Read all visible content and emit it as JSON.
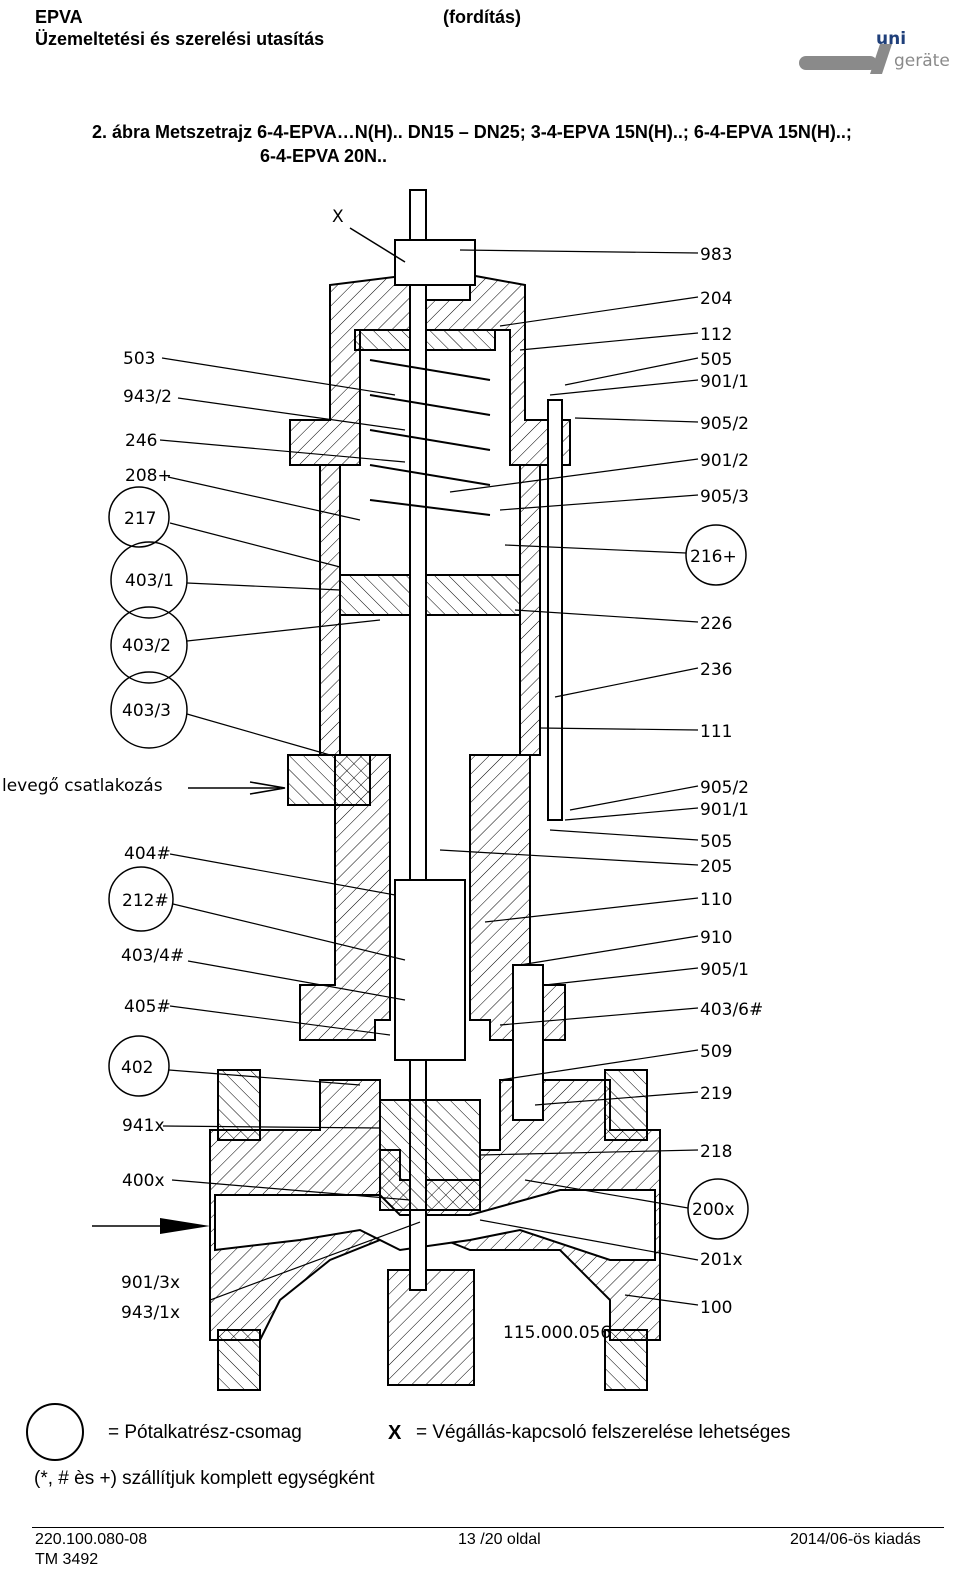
{
  "header": {
    "title": "EPVA",
    "subtitle": "Üzemeltetési és szerelési utasítás",
    "translation_note": "(fordítás)",
    "logo_text_main": "uni",
    "logo_text_sub": "geräte"
  },
  "caption": {
    "line1": "2. ábra Metszetrajz 6-4-EPVA…N(H).. DN15 – DN25; 3-4-EPVA 15N(H)..; 6-4-EPVA 15N(H)..;",
    "line2": "6-4-EPVA 20N.."
  },
  "drawing": {
    "x_marker": "X",
    "air_connection_label": "levegő csatlakozás",
    "drawing_number": "115.000.056",
    "left_labels": [
      "503",
      "943/2",
      "246",
      "208+",
      "217",
      "403/1",
      "403/2",
      "403/3",
      "404#",
      "212#",
      "403/4#",
      "405#",
      "402",
      "941x",
      "400x",
      "901/3x",
      "943/1x"
    ],
    "right_labels": [
      "983",
      "204",
      "112",
      "505",
      "901/1",
      "905/2",
      "901/2",
      "905/3",
      "216+",
      "226",
      "236",
      "111",
      "905/2",
      "901/1",
      "505",
      "205",
      "110",
      "910",
      "905/1",
      "403/6#",
      "509",
      "219",
      "218",
      "200x",
      "201x",
      "100"
    ],
    "circled_labels": [
      "217",
      "403/1",
      "403/2",
      "403/3",
      "212#",
      "402",
      "216+",
      "200x"
    ]
  },
  "legend": {
    "circle_meaning": "= Pótalkatrész-csomag",
    "x_symbol": "X",
    "x_meaning": "=   Végállás-kapcsoló felszerelése lehetséges",
    "note": "(*, # ès +) szállítjuk komplett egységként"
  },
  "footer": {
    "doc_number": "220.100.080-08",
    "tm_number": "TM 3492",
    "page": "13 /20 oldal",
    "edition": "2014/06-ös kiadás"
  }
}
